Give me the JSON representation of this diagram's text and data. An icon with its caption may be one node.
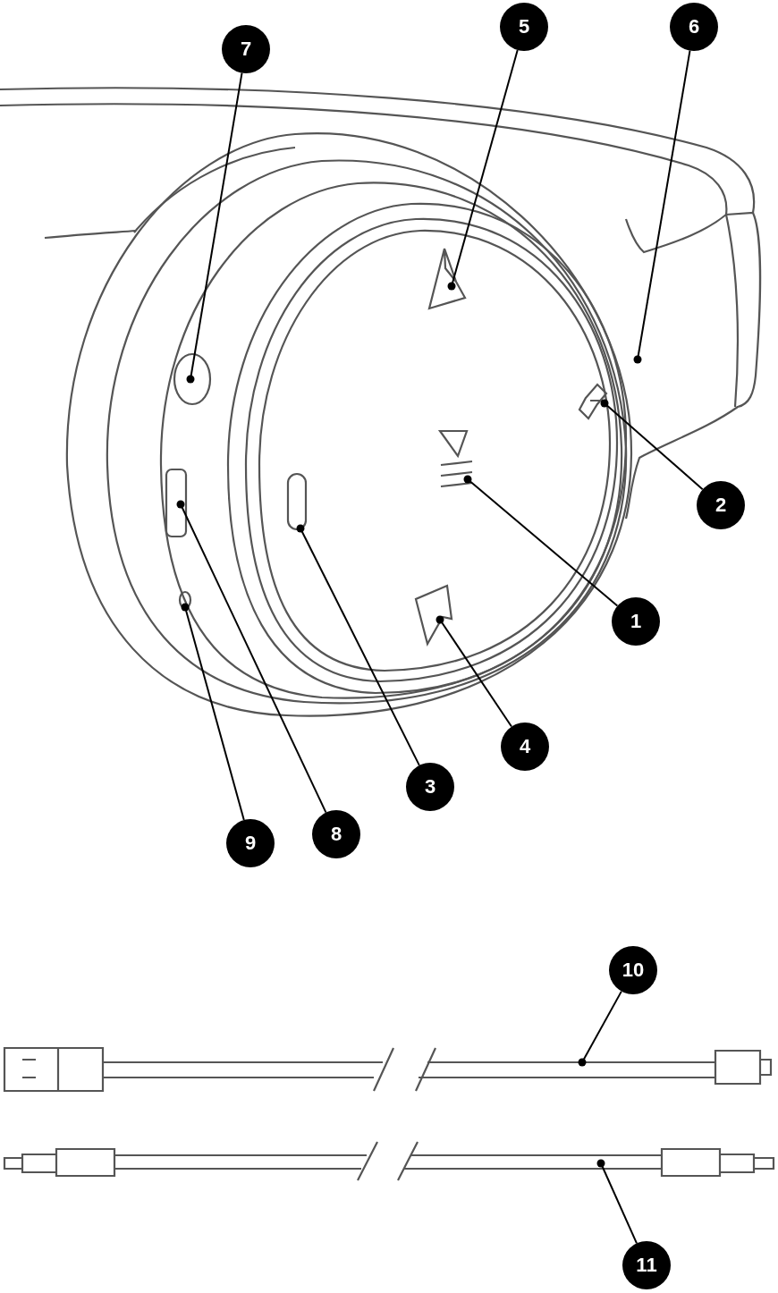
{
  "diagram": {
    "nodes": [
      {
        "text": [
          "5"
        ]
      },
      {
        "text": [
          "6"
        ]
      },
      {
        "text": [
          "7"
        ]
      },
      {
        "text": [
          "2"
        ]
      },
      {
        "text": [
          "1"
        ]
      },
      {
        "text": [
          "4"
        ]
      },
      {
        "text": [
          "3"
        ]
      },
      {
        "text": [
          "8"
        ]
      },
      {
        "text": [
          "9"
        ]
      },
      {
        "text": [
          "10"
        ]
      },
      {
        "text": [
          "11"
        ]
      }
    ],
    "edges": [
      {
        "from": 0,
        "to": null,
        "arrow": "other"
      },
      {
        "from": 1,
        "to": null,
        "arrow": "other"
      },
      {
        "from": 2,
        "to": null,
        "arrow": "other"
      },
      {
        "from": 3,
        "to": null,
        "arrow": "other"
      },
      {
        "from": 4,
        "to": null,
        "arrow": "other"
      },
      {
        "from": 5,
        "to": null,
        "arrow": "other"
      },
      {
        "from": 6,
        "to": null,
        "arrow": "other"
      },
      {
        "from": 7,
        "to": null,
        "arrow": "other"
      },
      {
        "from": 8,
        "to": null,
        "arrow": "other"
      },
      {
        "from": 9,
        "to": null,
        "arrow": "other"
      },
      {
        "from": 10,
        "to": null,
        "arrow": "other"
      }
    ]
  }
}
